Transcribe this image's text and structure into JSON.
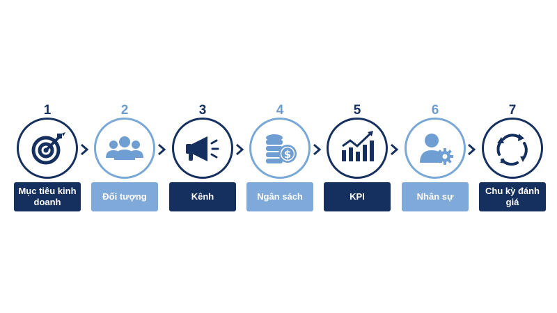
{
  "colors": {
    "dark": "#15305e",
    "light": "#7fa9d8",
    "light_icon": "#6f9fd2"
  },
  "steps": [
    {
      "number": "1",
      "label": "Mục tiêu kinh doanh",
      "icon": "target-icon",
      "theme": "dark"
    },
    {
      "number": "2",
      "label": "Đối tượng",
      "icon": "people-group-icon",
      "theme": "light"
    },
    {
      "number": "3",
      "label": "Kênh",
      "icon": "megaphone-icon",
      "theme": "dark"
    },
    {
      "number": "4",
      "label": "Ngân sách",
      "icon": "coins-dollar-icon",
      "theme": "light"
    },
    {
      "number": "5",
      "label": "KPI",
      "icon": "bar-chart-trend-icon",
      "theme": "dark"
    },
    {
      "number": "6",
      "label": "Nhân sự",
      "icon": "user-gear-icon",
      "theme": "light"
    },
    {
      "number": "7",
      "label": "Chu kỳ đánh giá",
      "icon": "cycle-arrows-icon",
      "theme": "dark"
    }
  ]
}
